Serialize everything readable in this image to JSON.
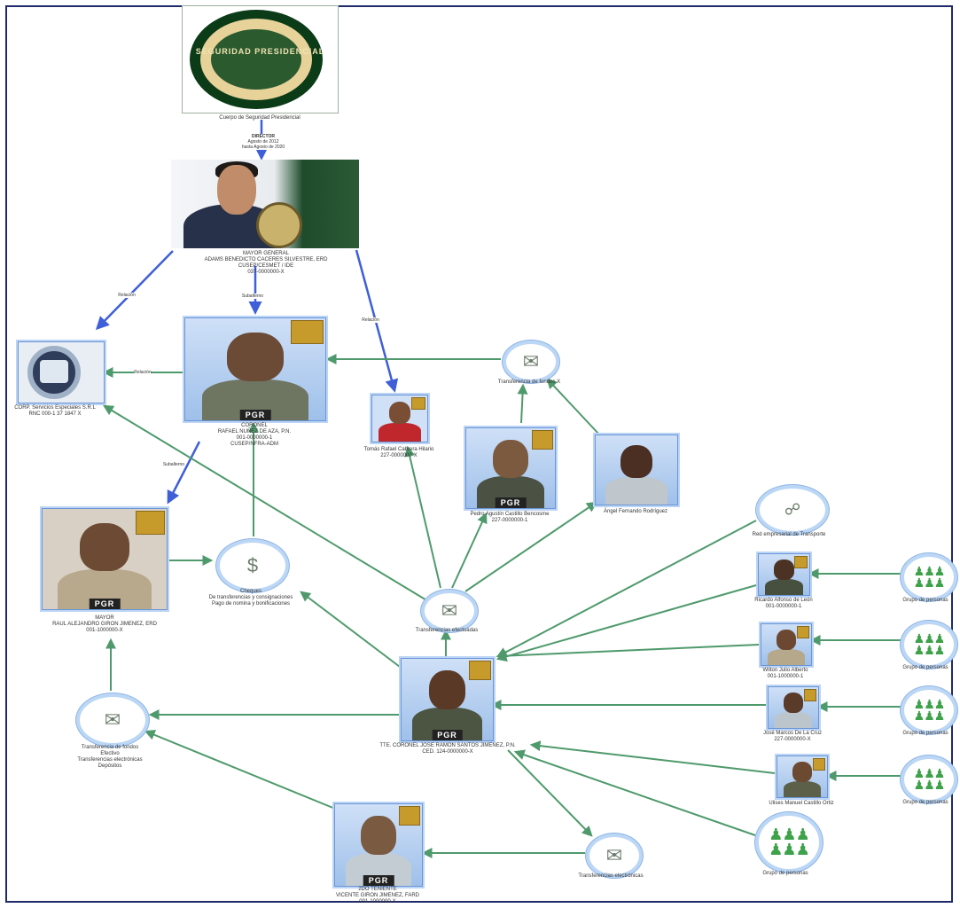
{
  "logo": {
    "seal_text": "SEGURIDAD PRESIDENCIAL",
    "caption": "Cuerpo de Seguridad Presidencial"
  },
  "edges": {
    "director": [
      "DIRECTOR",
      "Agosto de 2012",
      "hasta Agosto de 2020"
    ],
    "subalterno_1": "Subalterno",
    "relacion_1": "Relación",
    "relacion_2": "Relación",
    "subalterno_2": "Subalterno",
    "relacion_3": "Relación"
  },
  "nodes": {
    "mayor_general": [
      "MAYOR GENERAL",
      "ADAMS BENEDICTO CACERES SILVESTRE, ERD",
      "CUSEP/CESMET / IDE",
      "037-0000000-X"
    ],
    "coronel": [
      "CORONEL",
      "RAFAEL NUÑEZ DE AZA, P.N.",
      "001-0000000-1",
      "CUSEP/NFRA-ADM"
    ],
    "mayor": [
      "MAYOR",
      "RAUL ALEJANDRO GIRON JIMENEZ, ERD",
      "001-1000000-X"
    ],
    "teniente_coronel": [
      "TTE. CORONEL JOSE RAMON SANTOS JIMENEZ, P.N.",
      "CED. 124-0000000-X"
    ],
    "segundo_teniente": [
      "2DO TENIENTE",
      "VICENTE GIRON JIMENEZ, FARD",
      "001-1000000-X"
    ],
    "persona_1": [
      "Tomás Rafael Cabrera Hilario",
      "227-0000000-X"
    ],
    "persona_2": [
      "Pedro Agustín Castillo Bencosme",
      "227-0000000-1"
    ],
    "persona_3": [
      "Ángel Fernando Rodríguez"
    ],
    "logo_2": [
      "CORP. Servicios Especiales S.R.L",
      "RNC 000-1 37 1847 X"
    ],
    "agente_1": [
      "Ricardo Alfonso de León",
      "001-0000000-1"
    ],
    "agente_2": [
      "Wilton Julio Alberto",
      "001-1000000-1"
    ],
    "agente_3": [
      "José Marcos De La Cruz",
      "227-0000000-X"
    ],
    "agente_4": [
      "Ulises Manuel Castillo Ortiz"
    ]
  },
  "circles": {
    "cheques": [
      "Cheques",
      "De transferencias y consignaciones",
      "Pago de nomina y bonificaciones"
    ],
    "transferencias_1": "Transferencia de fondos X",
    "transferencias_2": "Transferencias efectuadas",
    "transferencias_3": [
      "Transferencia de fondos",
      "Efectivo",
      "Transferencias electrónicas",
      "Depósitos"
    ],
    "transferencias_4": "Transferencias electrónicas",
    "red_empresas": "Red empresarial de Transporte",
    "grupo_1": "Grupo de personas",
    "grupo_2": "Grupo de personas",
    "grupo_3": "Grupo de personas",
    "grupo_4": "Grupo de personas",
    "grupo_grande": "Grupo de personas"
  },
  "badges": {
    "pgr": "PGR"
  },
  "colors": {
    "blue_edge": "#3f5fd8",
    "green_edge": "#4f9a6c",
    "frame": "#1f2a6b"
  }
}
